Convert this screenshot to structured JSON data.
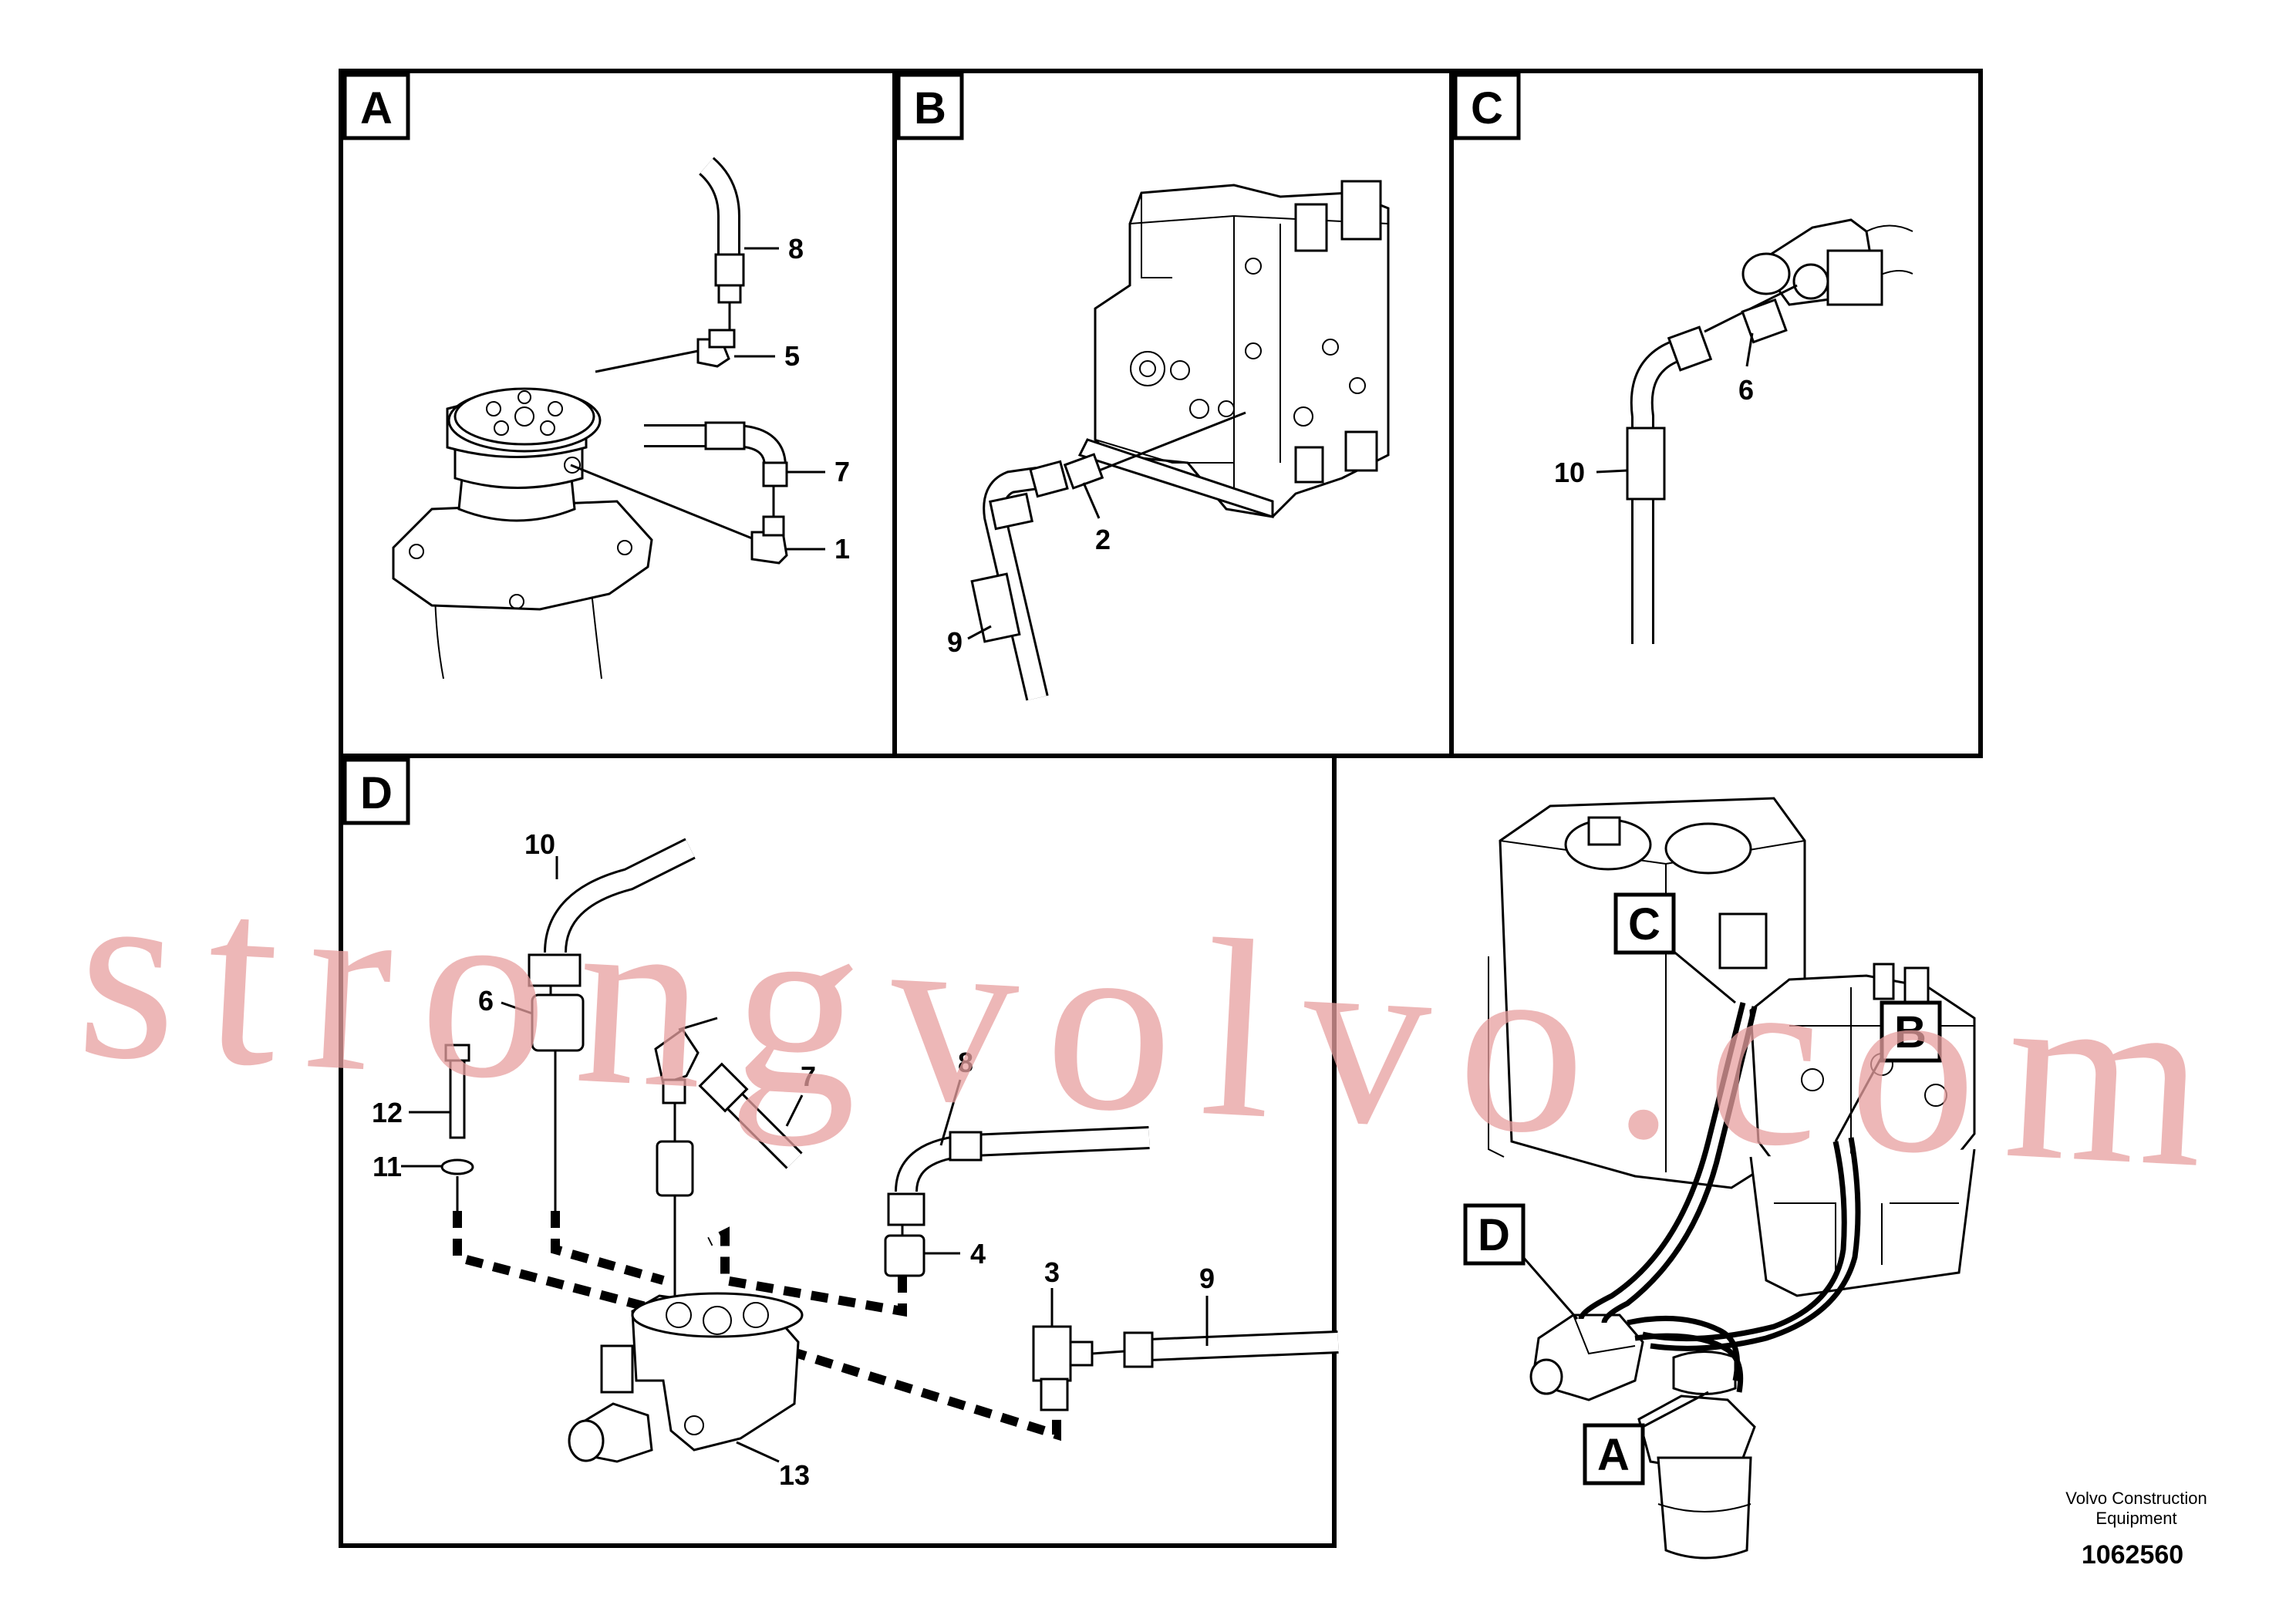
{
  "panels": {
    "A": {
      "letter": "A",
      "callouts": [
        "8",
        "5",
        "7",
        "1"
      ]
    },
    "B": {
      "letter": "B",
      "callouts": [
        "2",
        "9"
      ]
    },
    "C": {
      "letter": "C",
      "callouts": [
        "6",
        "10"
      ]
    },
    "D": {
      "letter": "D",
      "callouts": [
        "10",
        "6",
        "7",
        "8",
        "12",
        "11",
        "4",
        "3",
        "9",
        "13"
      ]
    }
  },
  "overview": {
    "keys": [
      "C",
      "B",
      "D",
      "A"
    ]
  },
  "watermark": "strongvolvo.com",
  "credit": {
    "line1": "Volvo Construction",
    "line2": "Equipment"
  },
  "document_number": "1062560"
}
